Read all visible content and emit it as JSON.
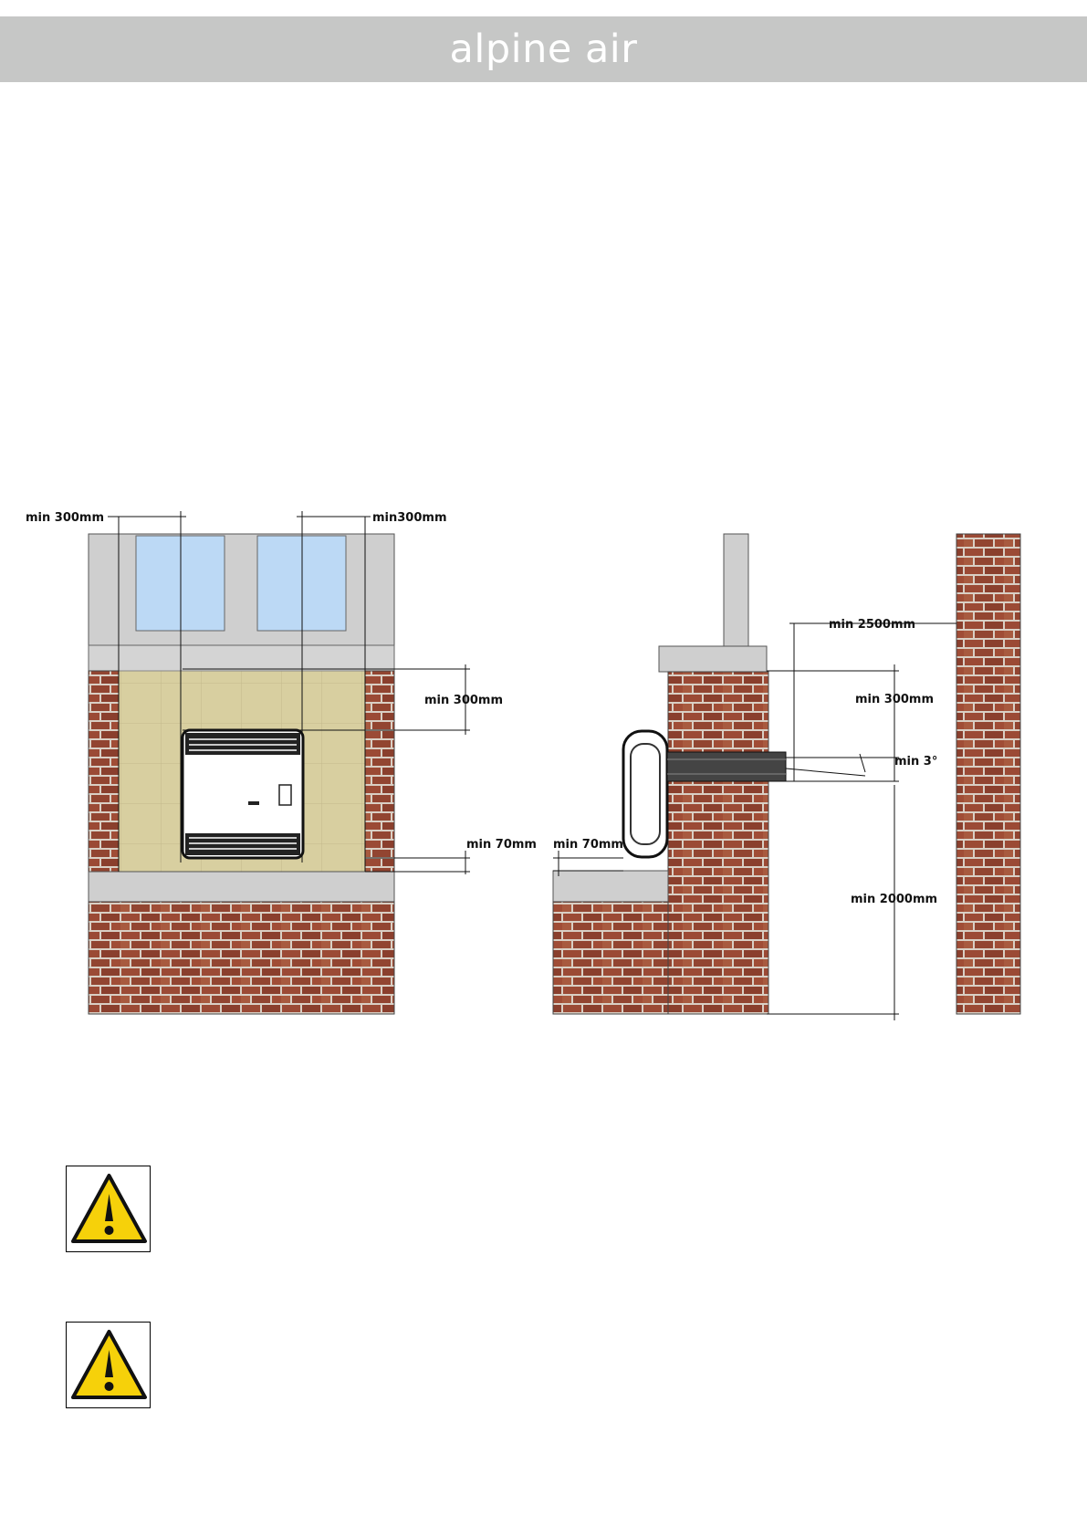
{
  "header": {
    "brand": "alpine air"
  },
  "diagram": {
    "front_view": {
      "label_side_left": "min 300mm",
      "label_side_right": "min300mm",
      "label_top": "min 300mm",
      "label_bottom": "min 70mm"
    },
    "side_view": {
      "label_floor": "min 70mm",
      "label_opposite_wall": "min 2500mm",
      "label_above": "min 300mm",
      "label_slope": "min 3°",
      "label_height": "min 2000mm"
    }
  },
  "warnings": [
    {
      "icon": "warning-triangle-icon"
    },
    {
      "icon": "warning-triangle-icon"
    }
  ],
  "colors": {
    "header": "#c6c7c6",
    "brick": "#9b4a35",
    "mortar": "#d9cfc4",
    "tile": "#d8cfa0",
    "concrete": "#cfcfcf",
    "glass": "#bcd9f5",
    "warning_yellow": "#f6d10a"
  }
}
